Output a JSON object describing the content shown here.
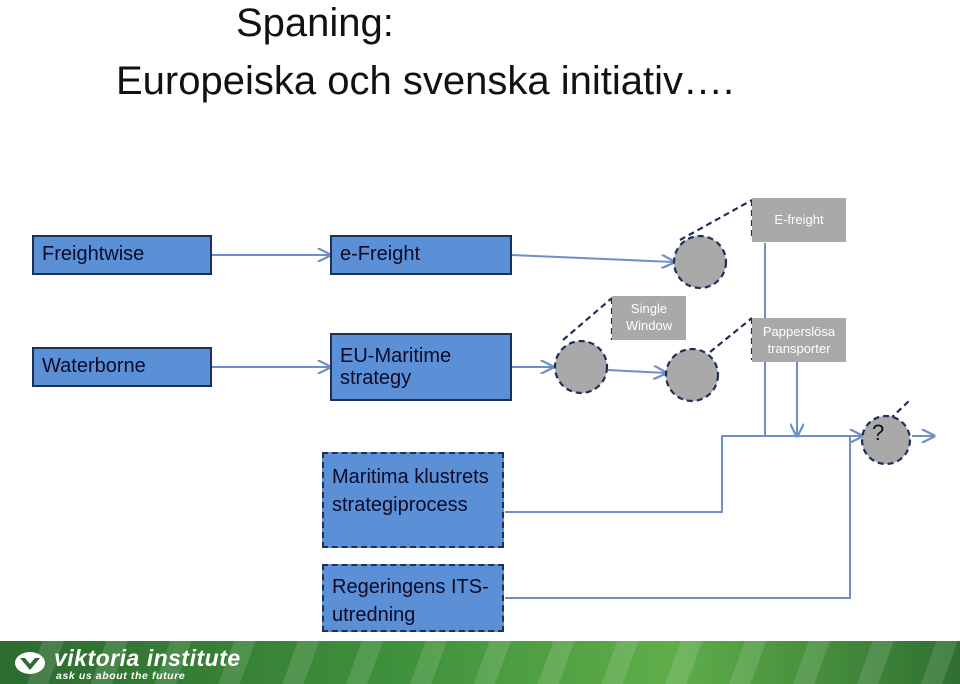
{
  "title": {
    "line1": "Spaning:",
    "line2": "Europeiska och svenska initiativ…."
  },
  "boxes": {
    "freightwise": "Freightwise",
    "efreight": "e-Freight",
    "waterborne": "Waterborne",
    "eu_maritime": "EU-Maritime strategy",
    "maritima": "Maritima klustrets strategiprocess",
    "regeringens": "Regeringens ITS-utredning"
  },
  "milestones": {
    "efreight_goal": "E-freight",
    "single_window": "Single Window",
    "papperslosa": "Papperslösa transporter",
    "question": "?"
  },
  "footer": {
    "logo_name": "viktoria institute",
    "logo_tagline": "ask us about the future"
  },
  "colors": {
    "box_fill": "#5b8fd6",
    "box_border": "#1f2f55",
    "milestone_fill": "#a9a9a9",
    "arrow": "#6f8fc8",
    "footer_green": "#3e8f3b"
  }
}
